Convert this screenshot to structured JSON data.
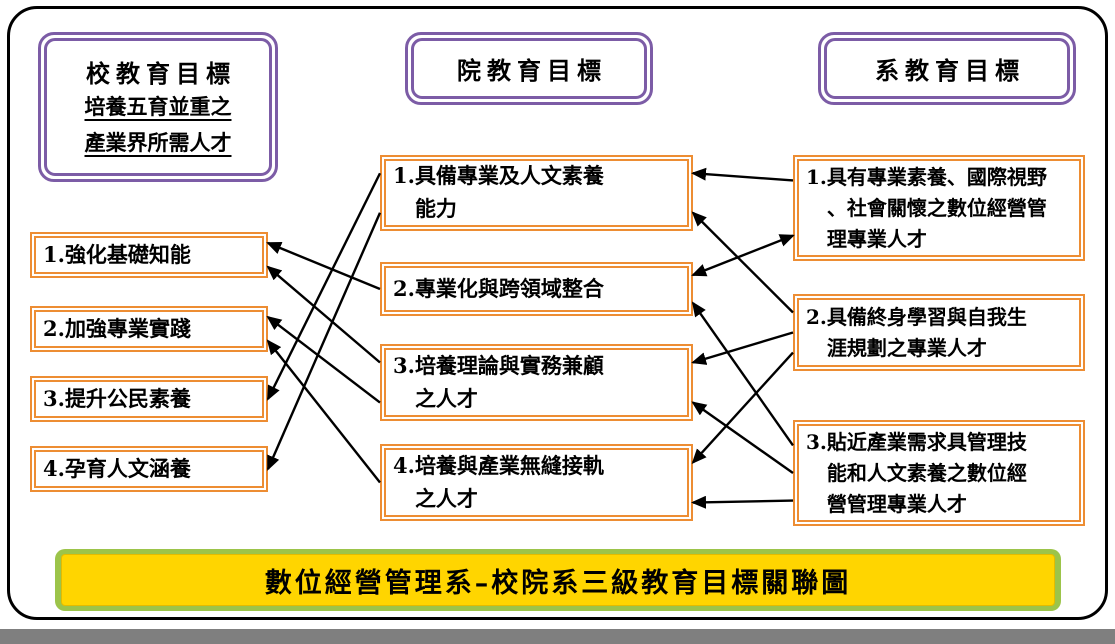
{
  "diagram": {
    "headers": {
      "school": {
        "title": "校教育目標",
        "subtitle": "培養五育並重之\n產業界所需人才"
      },
      "college": {
        "title": "院教育目標"
      },
      "department": {
        "title": "系教育目標"
      }
    },
    "school_goals": [
      {
        "id": "l1",
        "num": "1.",
        "text": "強化基礎知能"
      },
      {
        "id": "l2",
        "num": "2.",
        "text": "加強專業實踐"
      },
      {
        "id": "l3",
        "num": "3.",
        "text": "提升公民素養"
      },
      {
        "id": "l4",
        "num": "4.",
        "text": "孕育人文涵養"
      }
    ],
    "college_goals": [
      {
        "id": "m1",
        "num": "1.",
        "text": "具備專業及人文素養\n能力"
      },
      {
        "id": "m2",
        "num": "2.",
        "text": "專業化與跨領域整合"
      },
      {
        "id": "m3",
        "num": "3.",
        "text": "培養理論與實務兼顧\n之人才"
      },
      {
        "id": "m4",
        "num": "4.",
        "text": "培養與產業無縫接軌\n之人才"
      }
    ],
    "department_goals": [
      {
        "id": "r1",
        "num": "1.",
        "text": "具有專業素養、國際視野\n、社會關懷之數位經營管\n理專業人才"
      },
      {
        "id": "r2",
        "num": "2.",
        "text": "具備終身學習與自我生\n涯規劃之專業人才"
      },
      {
        "id": "r3",
        "num": "3.",
        "text": "貼近產業需求具管理技\n能和人文素養之數位經\n營管理專業人才"
      }
    ],
    "edges": [
      {
        "from": "m2",
        "to": "l1",
        "bidir": false
      },
      {
        "from": "m3",
        "to": "l1",
        "bidir": false
      },
      {
        "from": "m3",
        "to": "l2",
        "bidir": false
      },
      {
        "from": "m4",
        "to": "l2",
        "bidir": false
      },
      {
        "from": "m1",
        "to": "l3",
        "bidir": false
      },
      {
        "from": "m1",
        "to": "l4",
        "bidir": false
      },
      {
        "from": "r1",
        "to": "m1",
        "bidir": false
      },
      {
        "from": "r1",
        "to": "m2",
        "bidir": true
      },
      {
        "from": "r2",
        "to": "m1",
        "bidir": false
      },
      {
        "from": "r2",
        "to": "m3",
        "bidir": false
      },
      {
        "from": "r2",
        "to": "m4",
        "bidir": false
      },
      {
        "from": "r3",
        "to": "m2",
        "bidir": false
      },
      {
        "from": "r3",
        "to": "m3",
        "bidir": false
      },
      {
        "from": "r3",
        "to": "m4",
        "bidir": false
      }
    ],
    "caption": "數位經營管理系–校院系三級教育目標關聯圖",
    "colors": {
      "box_border_orange": "#ed8d33",
      "header_border_purple": "#7c5ca6",
      "caption_green": "#9cc44a",
      "caption_yellow": "#ffd500",
      "arrow_black": "#000000",
      "frame_black": "#000000",
      "bottom_strip_gray": "#7f7f7f"
    }
  }
}
